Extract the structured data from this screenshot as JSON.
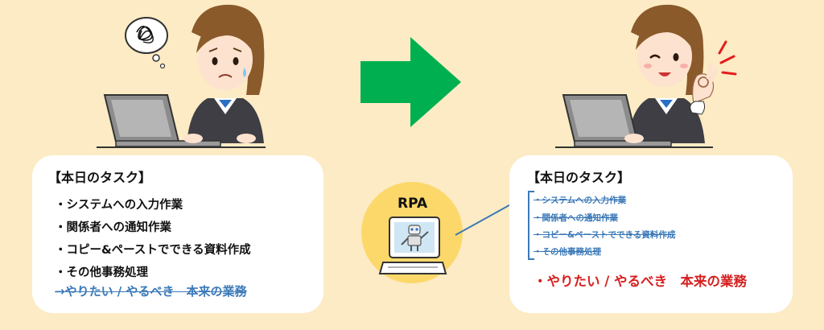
{
  "left_card": {
    "title": "【本日のタスク】",
    "tasks": [
      "・システムへの入力作業",
      "・関係者への通知作業",
      "・コピー&ペーストでできる資料作成",
      "・その他事務処理"
    ],
    "crossed_task": "→やりたい / やるべき　本来の業務"
  },
  "rpa": {
    "label": "RPA"
  },
  "right_card": {
    "title": "【本日のタスク】",
    "automated_tasks": [
      "・システムへの入力作業",
      "・関係者への通知作業",
      "・コピー&ペーストでできる資料作成",
      "・その他事務処理"
    ],
    "goal": "・やりたい / やるべき　本来の業務"
  },
  "colors": {
    "background": "#fcebc4",
    "arrow": "#00b050",
    "crossed_text": "#3b79b8",
    "goal_text": "#d61f1f",
    "rpa_circle": "#fcd86a"
  }
}
